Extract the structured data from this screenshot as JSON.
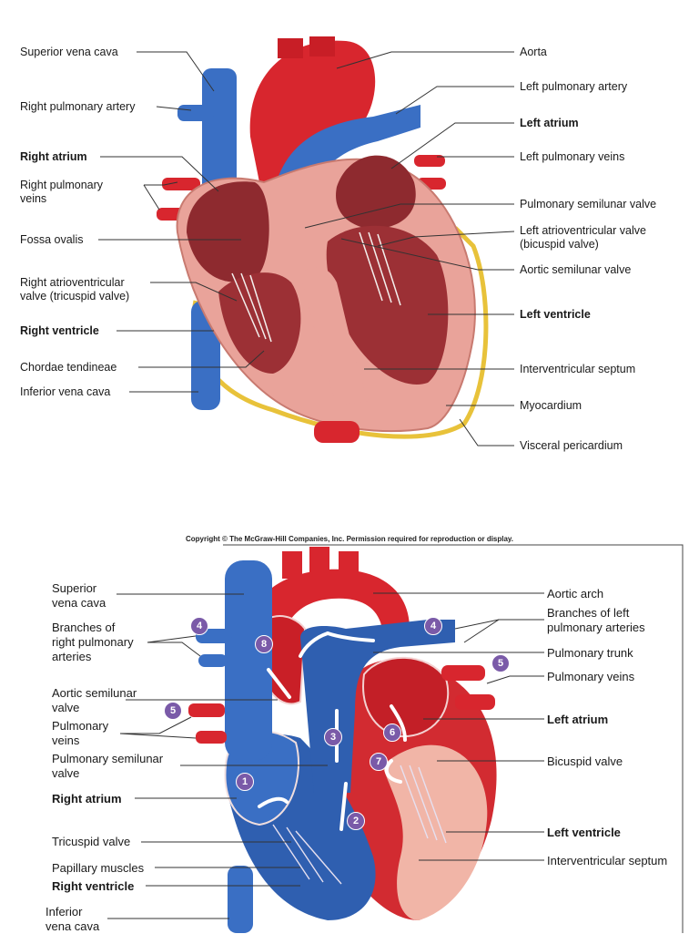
{
  "top_figure": {
    "labels_left": [
      "Superior vena cava",
      "Right pulmonary artery",
      "Right atrium",
      "Right pulmonary\nveins",
      "Fossa ovalis",
      "Right atrioventricular\nvalve (tricuspid valve)",
      "Right ventricle",
      "Chordae tendineae",
      "Inferior vena cava"
    ],
    "labels_right": [
      "Aorta",
      "Left pulmonary artery",
      "Left atrium",
      "Left pulmonary veins",
      "Pulmonary semilunar valve",
      "Left atrioventricular valve\n(bicuspid valve)",
      "Aortic semilunar valve",
      "Left ventricle",
      "Interventricular septum",
      "Myocardium",
      "Visceral pericardium"
    ]
  },
  "bottom_figure": {
    "copyright": "Copyright © The McGraw-Hill Companies, Inc. Permission required for reproduction or display.",
    "labels_left": [
      "Superior\nvena cava",
      "Branches of\nright pulmonary\narteries",
      "Aortic semilunar\nvalve",
      "Pulmonary\nveins",
      "Pulmonary semilunar\nvalve",
      "Right atrium",
      "Tricuspid valve",
      "Papillary muscles",
      "Right ventricle",
      "Inferior\nvena cava"
    ],
    "labels_right": [
      "Aortic arch",
      "Branches of left\npulmonary arteries",
      "Pulmonary trunk",
      "Pulmonary veins",
      "Left atrium",
      "Bicuspid valve",
      "Left ventricle",
      "Interventricular septum"
    ],
    "step_badges": [
      "1",
      "2",
      "3",
      "4",
      "4",
      "5",
      "5",
      "6",
      "7",
      "8"
    ]
  },
  "colors": {
    "vein_blue": "#3a6fc4",
    "artery_red": "#d8262e",
    "chamber_pink": "#e9a39a",
    "chamber_dark": "#8e2a2f",
    "pericardium_yellow": "#e8c23a",
    "badge_purple": "#7a5aa8"
  }
}
